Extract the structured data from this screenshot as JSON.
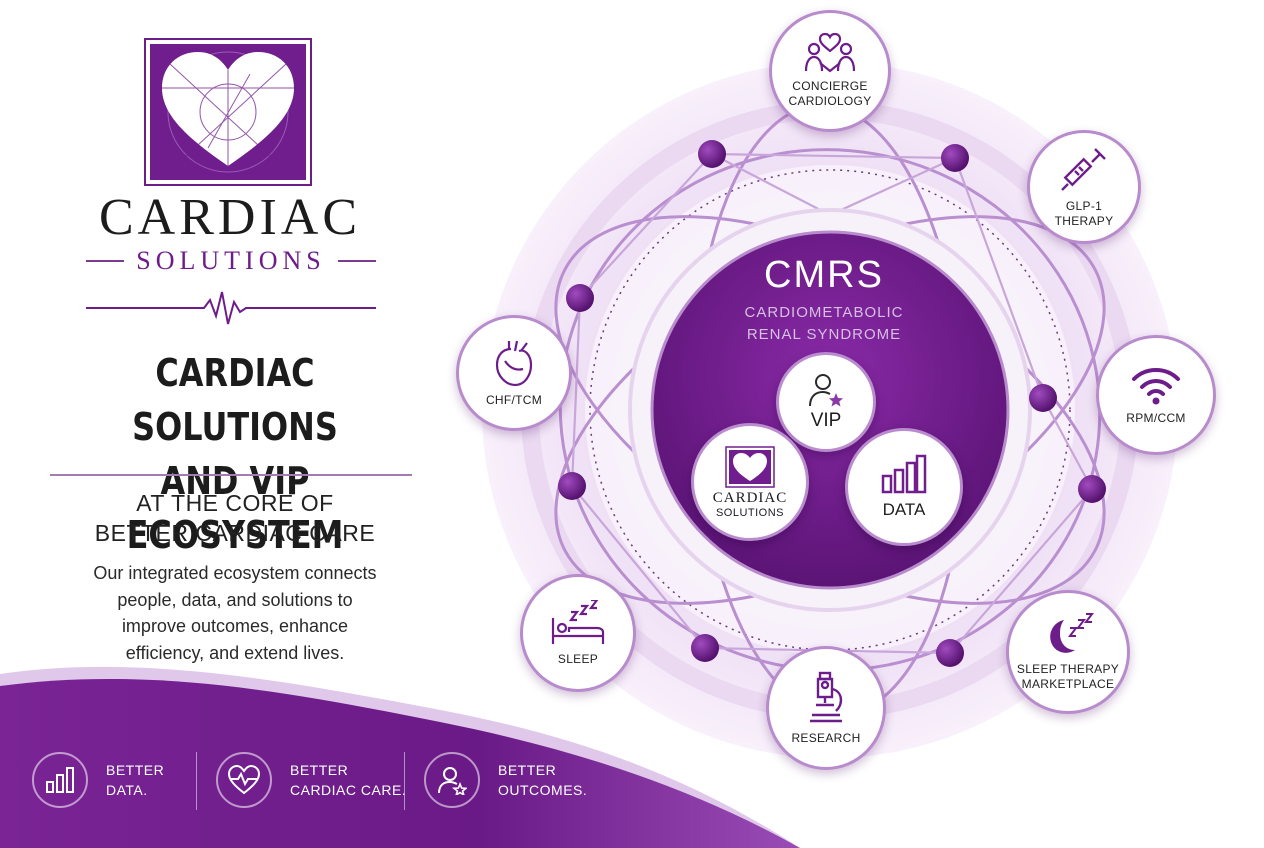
{
  "brand": {
    "name": "CARDIAC",
    "sub": "SOLUTIONS"
  },
  "headline": {
    "line1": "CARDIAC SOLUTIONS",
    "line2": "AND VIP ECOSYSTEM"
  },
  "subheadline": {
    "line1": "AT THE CORE OF",
    "line2": "BETTER CARDIAC CARE"
  },
  "description": {
    "line1": "Our integrated ecosystem connects",
    "line2": "people, data, and solutions to",
    "line3": "improve outcomes, enhance",
    "line4": "efficiency, and extend lives."
  },
  "bottom": [
    {
      "icon": "bar-chart-icon",
      "line1": "BETTER",
      "line2": "DATA."
    },
    {
      "icon": "heart-pulse-icon",
      "line1": "BETTER",
      "line2": "CARDIAC CARE."
    },
    {
      "icon": "user-star-icon",
      "line1": "BETTER",
      "line2": "OUTCOMES."
    }
  ],
  "core": {
    "title": "CMRS",
    "sub1": "CARDIOMETABOLIC",
    "sub2": "RENAL SYNDROME",
    "vip": "VIP",
    "cardiac_name": "CARDIAC",
    "cardiac_sub": "SOLUTIONS",
    "data": "DATA"
  },
  "nodes": {
    "concierge": {
      "line1": "CONCIERGE",
      "line2": "CARDIOLOGY",
      "icon": "people-heart-icon"
    },
    "glp": {
      "line1": "GLP-1",
      "line2": "THERAPY",
      "icon": "syringe-icon"
    },
    "rpm": {
      "line1": "RPM/CCM",
      "icon": "wifi-signal-icon"
    },
    "sleep_therapy": {
      "line1": "SLEEP THERAPY",
      "line2": "MARKETPLACE",
      "icon": "moon-zzz-icon"
    },
    "research": {
      "line1": "RESEARCH",
      "icon": "microscope-icon"
    },
    "sleep": {
      "line1": "SLEEP",
      "icon": "bed-zzz-icon"
    },
    "chf": {
      "line1": "CHF/TCM",
      "icon": "anatomical-heart-icon"
    }
  },
  "colors": {
    "primary": "#701e8e",
    "accent": "#b88bcd",
    "light": "#f1e4f6"
  }
}
